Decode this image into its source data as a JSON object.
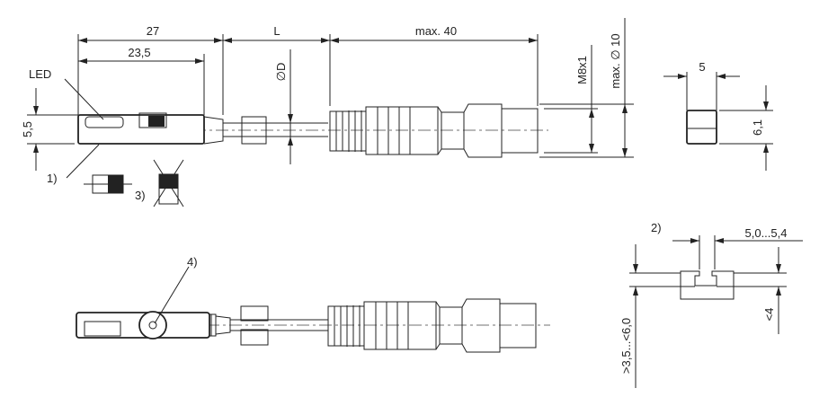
{
  "dimensions": {
    "length_total": "27",
    "length_body": "23,5",
    "cable_length": "L",
    "connector_length": "max. 40",
    "cable_diameter": "∅D",
    "thread": "M8x1",
    "connector_diameter": "max. ∅ 10",
    "height": "5,5",
    "width_end": "5",
    "height_end": "6,1",
    "slot_width": "5,0...5,4",
    "slot_depth": "<4",
    "slot_height": ">3,5...<6,0"
  },
  "labels": {
    "led": "LED",
    "note1": "1)",
    "note2": "2)",
    "note3": "3)",
    "note4": "4)"
  }
}
